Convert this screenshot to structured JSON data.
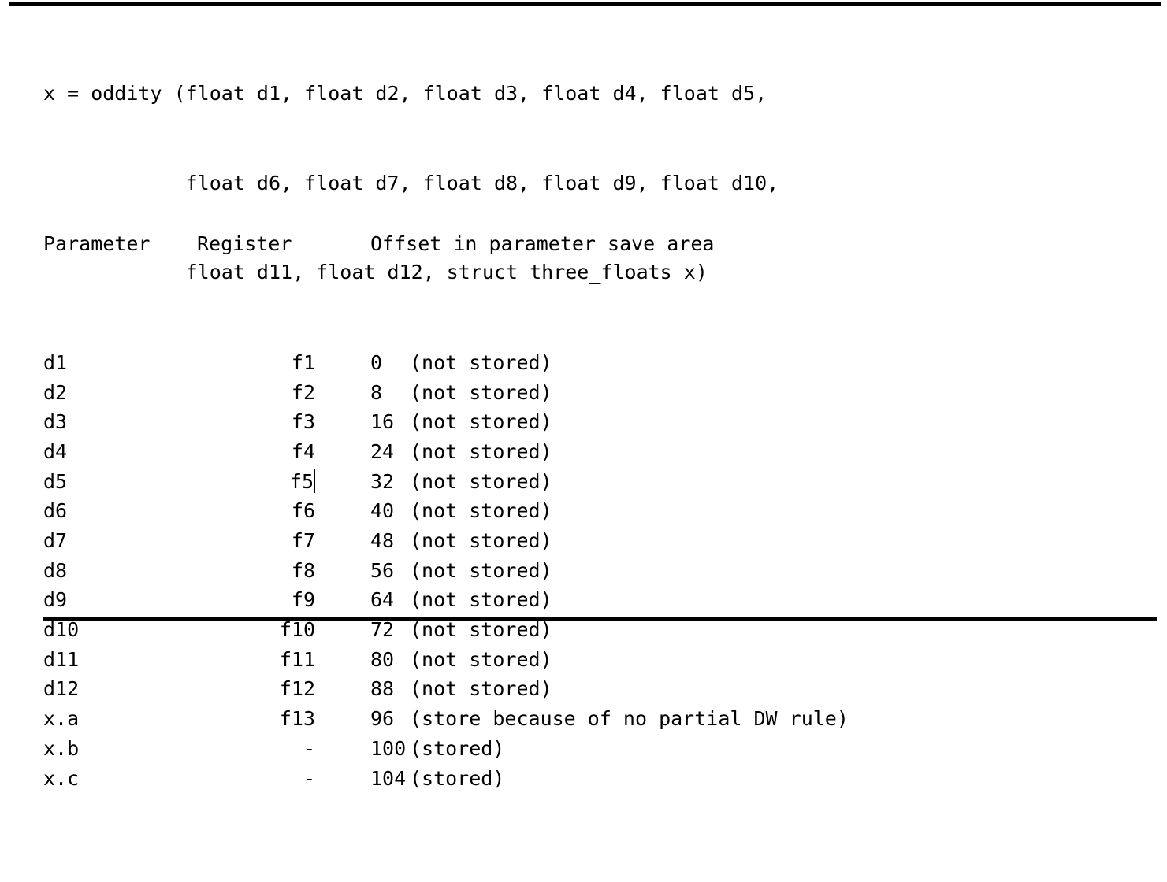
{
  "signature": {
    "lines": [
      "x = oddity (float d1, float d2, float d3, float d4, float d5,",
      "            float d6, float d7, float d8, float d9, float d10,",
      "            float d11, float d12, struct three_floats x)"
    ]
  },
  "table": {
    "headers": {
      "parameter": "Parameter",
      "register": "Register",
      "offset": "Offset in parameter save area"
    },
    "rows": [
      {
        "parameter": "d1",
        "register": "f1",
        "offset": "0",
        "note": "(not stored)",
        "caret": false
      },
      {
        "parameter": "d2",
        "register": "f2",
        "offset": "8",
        "note": "(not stored)",
        "caret": false
      },
      {
        "parameter": "d3",
        "register": "f3",
        "offset": "16",
        "note": "(not stored)",
        "caret": false
      },
      {
        "parameter": "d4",
        "register": "f4",
        "offset": "24",
        "note": "(not stored)",
        "caret": false
      },
      {
        "parameter": "d5",
        "register": "f5",
        "offset": "32",
        "note": "(not stored)",
        "caret": true
      },
      {
        "parameter": "d6",
        "register": "f6",
        "offset": "40",
        "note": "(not stored)",
        "caret": false
      },
      {
        "parameter": "d7",
        "register": "f7",
        "offset": "48",
        "note": "(not stored)",
        "caret": false
      },
      {
        "parameter": "d8",
        "register": "f8",
        "offset": "56",
        "note": "(not stored)",
        "caret": false
      },
      {
        "parameter": "d9",
        "register": "f9",
        "offset": "64",
        "note": "(not stored)",
        "caret": false
      },
      {
        "parameter": "d10",
        "register": "f10",
        "offset": "72",
        "note": "(not stored)",
        "caret": false
      },
      {
        "parameter": "d11",
        "register": "f11",
        "offset": "80",
        "note": "(not stored)",
        "caret": false
      },
      {
        "parameter": "d12",
        "register": "f12",
        "offset": "88",
        "note": "(not stored)",
        "caret": false
      },
      {
        "parameter": "x.a",
        "register": "f13",
        "offset": "96",
        "note": "(store because of no partial DW rule)",
        "caret": false
      },
      {
        "parameter": "x.b",
        "register": "-",
        "offset": "100",
        "note": "(stored)",
        "caret": false
      },
      {
        "parameter": "x.c",
        "register": "-",
        "offset": "104",
        "note": "(stored)",
        "caret": false
      }
    ]
  },
  "colors": {
    "text": "#000000",
    "background": "#ffffff",
    "rule": "#000000"
  }
}
